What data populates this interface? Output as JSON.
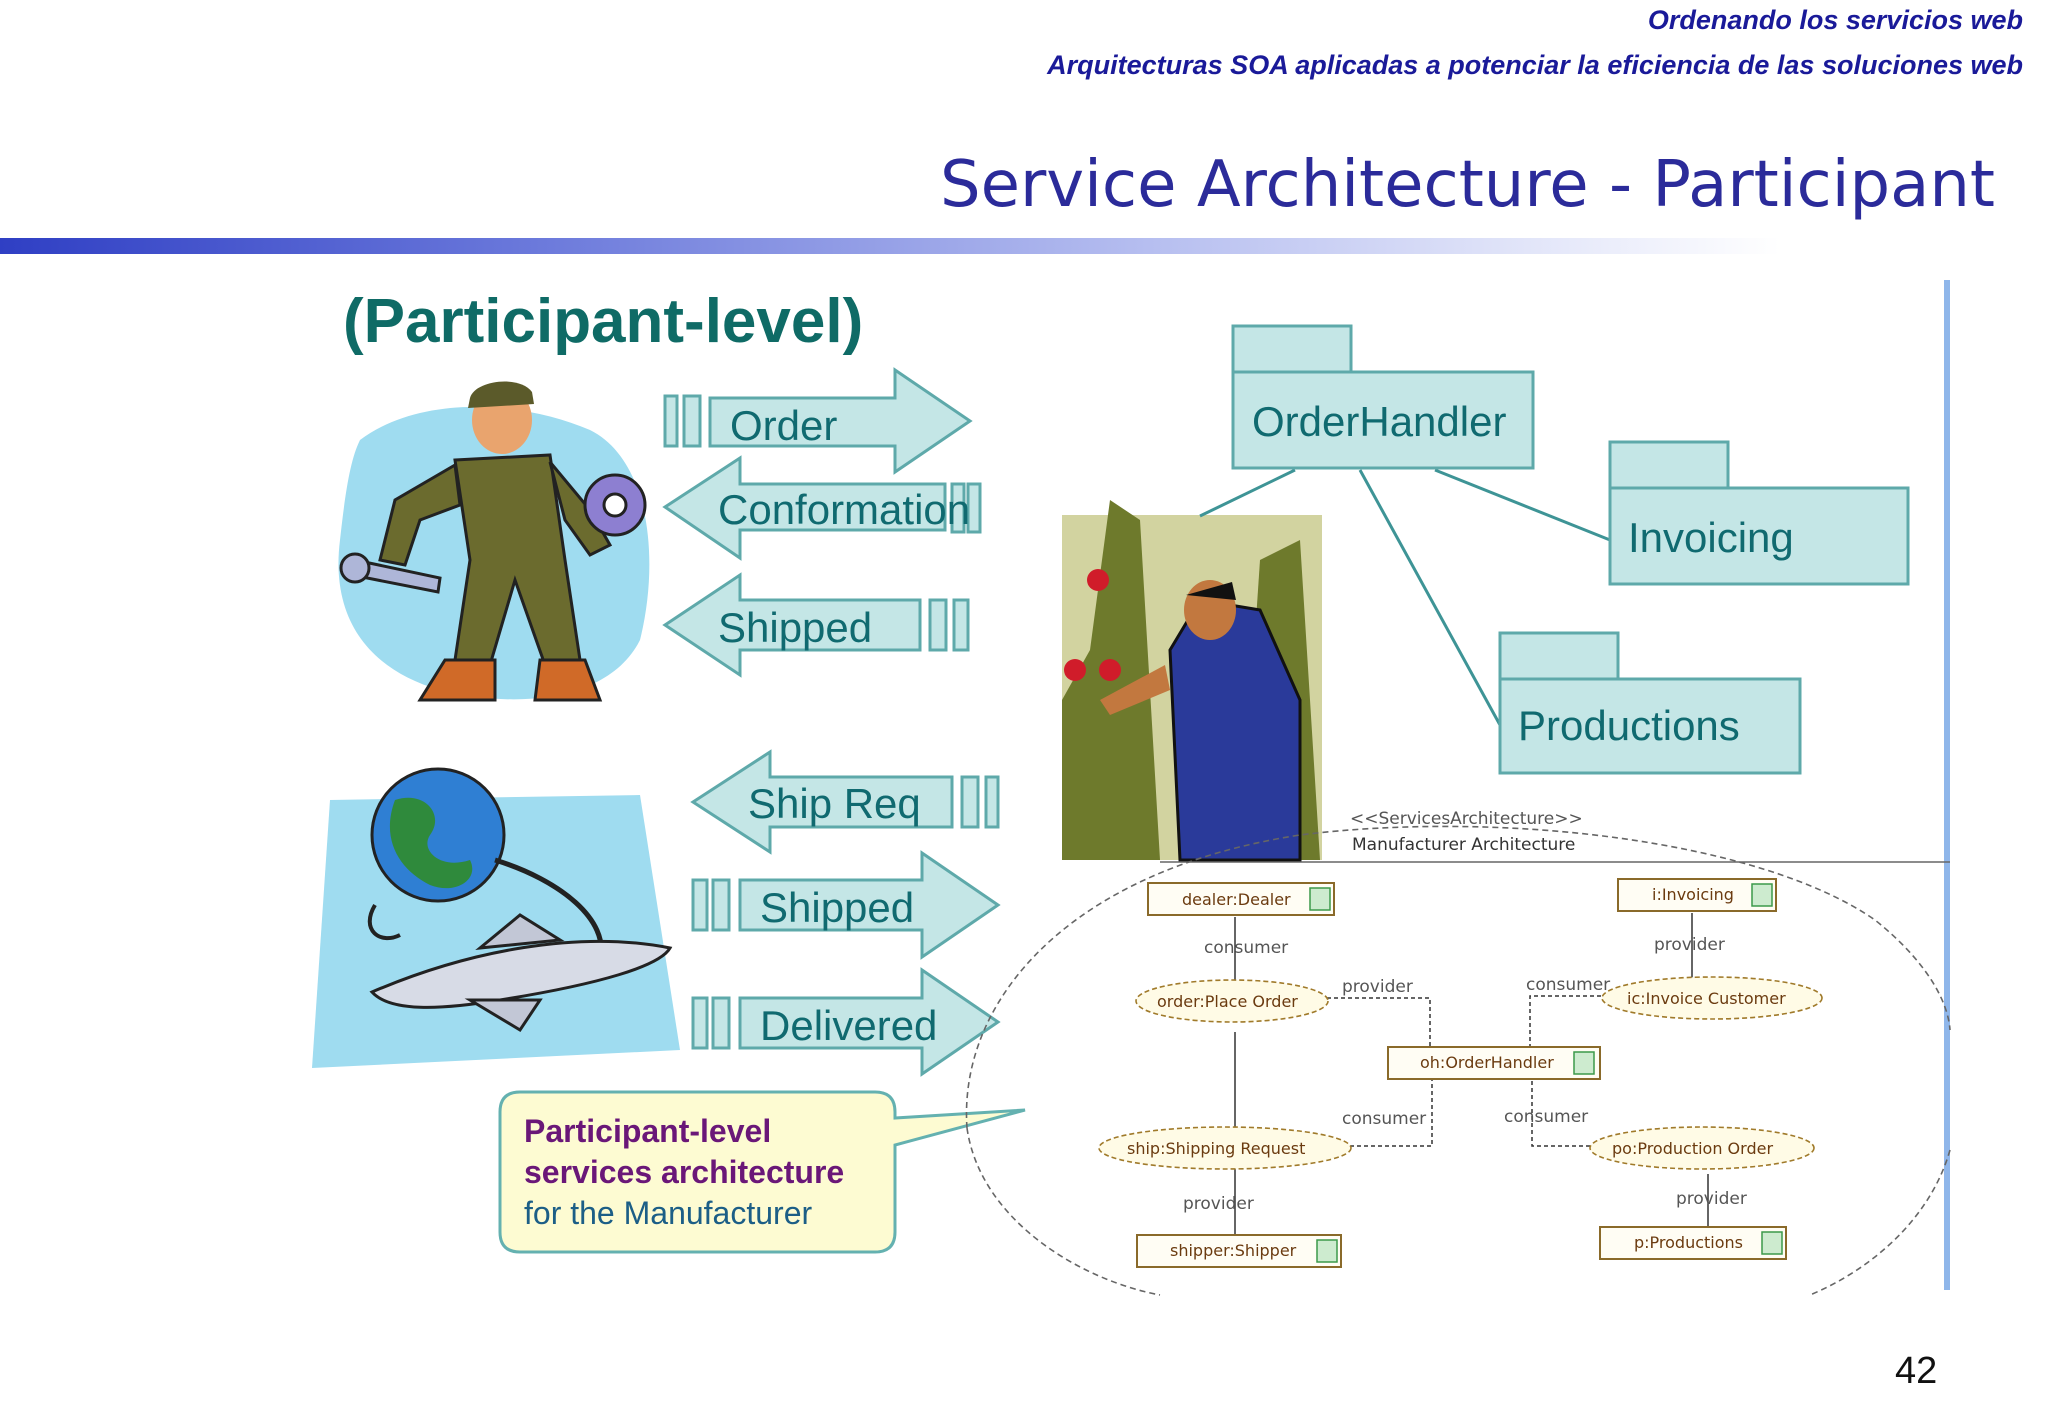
{
  "header": {
    "line1": "Ordenando los servicios web",
    "line2": "Arquitecturas SOA aplicadas a potenciar la eficiencia de las soluciones web"
  },
  "slide": {
    "title": "Service Architecture - Participant",
    "page_number": "42"
  },
  "figure": {
    "level_title": "(Participant-level)",
    "arrows": {
      "order": "Order",
      "conformation": "Conformation",
      "shipped_in": "Shipped",
      "ship_req": "Ship Req",
      "shipped_out": "Shipped",
      "delivered": "Delivered"
    },
    "packages": {
      "order_handler": "OrderHandler",
      "invoicing": "Invoicing",
      "productions": "Productions"
    },
    "callout": {
      "line1": "Participant-level",
      "line2": "services architecture",
      "line3": "for the Manufacturer"
    },
    "uml": {
      "stereotype": "<<ServicesArchitecture>>",
      "name": "Manufacturer Architecture",
      "parts": {
        "dealer": "dealer:Dealer",
        "invoicing": "i:Invoicing",
        "order_handler": "oh:OrderHandler",
        "shipper": "shipper:Shipper",
        "productions": "p:Productions"
      },
      "services": {
        "place_order": "order:Place Order",
        "invoice_customer": "ic:Invoice Customer",
        "shipping_request": "ship:Shipping Request",
        "production_order": "po:Production Order"
      },
      "roles": {
        "consumer": "consumer",
        "provider": "provider"
      }
    }
  }
}
